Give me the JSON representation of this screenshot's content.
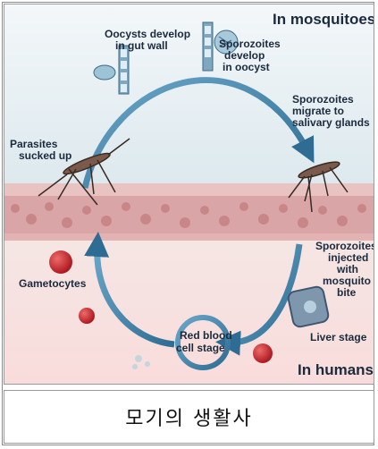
{
  "diagram": {
    "region_top": "In mosquitoes",
    "region_bottom": "In humans",
    "labels": {
      "oocysts": [
        "Oocysts develop",
        "in gut wall"
      ],
      "sporozoites_develop": [
        "Sporozoites",
        "develop",
        "in oocyst"
      ],
      "sporozoites_migrate": [
        "Sporozoites",
        "migrate to",
        "salivary glands"
      ],
      "parasites": [
        "Parasites",
        "sucked up"
      ],
      "sporozoites_injected": [
        "Sporozoites",
        "injected",
        "with",
        "mosquito",
        "bite"
      ],
      "gametocytes": [
        "Gametocytes"
      ],
      "liver_stage": [
        "Liver stage"
      ],
      "red_blood_cell_stage": [
        "Red blood",
        "cell stage"
      ]
    },
    "colors": {
      "top_background": "#e9f1f4",
      "skin": "#d6a3a5",
      "bottom_background": "#f6dedd",
      "arrow": "#3f7fa6",
      "blood_cell": "#c21f25"
    }
  },
  "caption": "모기의 생활사"
}
